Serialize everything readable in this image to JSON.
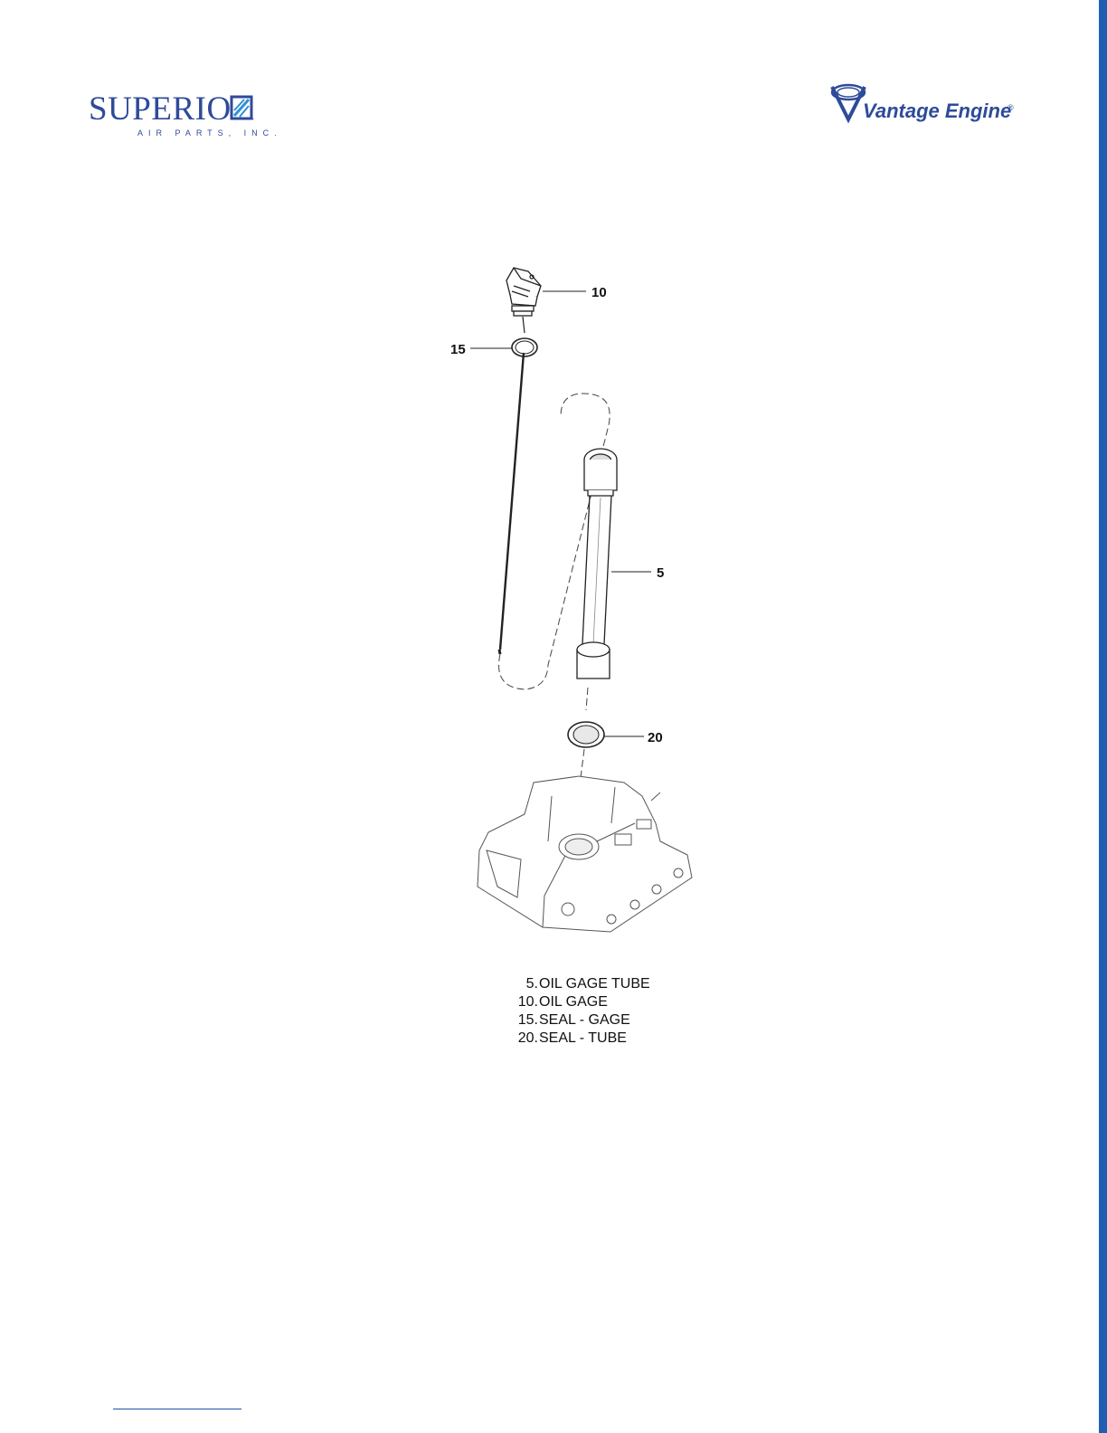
{
  "header": {
    "left_logo": {
      "wordmark": "SUPERIOR",
      "tagline": "AIR PARTS, INC.",
      "brand_color": "#2e4a9a"
    },
    "right_logo": {
      "wordmark": "Vantage Engine",
      "registered_mark": "®",
      "brand_color": "#2e4a9a"
    }
  },
  "diagram": {
    "callouts": [
      {
        "number": "10",
        "part": "oil-gage"
      },
      {
        "number": "15",
        "part": "seal-gage"
      },
      {
        "number": "5",
        "part": "oil-gage-tube"
      },
      {
        "number": "20",
        "part": "seal-tube"
      }
    ]
  },
  "legend": {
    "items": [
      {
        "number": "5.",
        "label": "OIL GAGE TUBE"
      },
      {
        "number": "10.",
        "label": "OIL GAGE"
      },
      {
        "number": "15.",
        "label": "SEAL - GAGE"
      },
      {
        "number": "20.",
        "label": "SEAL - TUBE"
      }
    ]
  },
  "colors": {
    "edge_bar": "#1f5fb3",
    "footnote_rule": "#1f4fa8"
  }
}
